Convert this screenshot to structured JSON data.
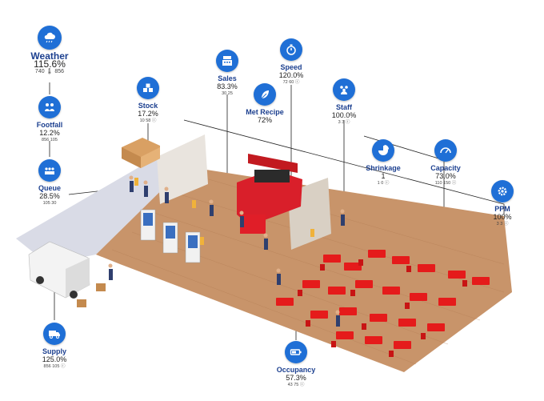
{
  "kpis": {
    "weather": {
      "label": "Weather",
      "value": "115.6%",
      "sub": "740 🌡 856",
      "icon": "cloud-rain-icon"
    },
    "footfall": {
      "label": "Footfall",
      "value": "12.2%",
      "sub": "856 105",
      "icon": "people-icon"
    },
    "queue": {
      "label": "Queue",
      "value": "28.5%",
      "sub": "105 30",
      "icon": "queue-icon"
    },
    "supply": {
      "label": "Supply",
      "value": "125.0%",
      "sub": "856 105 ⓘ",
      "icon": "truck-icon"
    },
    "stock": {
      "label": "Stock",
      "value": "17.2%",
      "sub": "10 58 ⓘ",
      "icon": "boxes-icon"
    },
    "sales": {
      "label": "Sales",
      "value": "83.3%",
      "sub": "30 25",
      "icon": "cash-register-icon"
    },
    "speed": {
      "label": "Speed",
      "value": "120.0%",
      "sub": "72 60 ⓘ",
      "icon": "stopwatch-icon"
    },
    "recipe": {
      "label": "Met Recipe",
      "value": "72%",
      "sub": "",
      "icon": "leaf-icon"
    },
    "staff": {
      "label": "Staff",
      "value": "100.0%",
      "sub": "3 3 ⓘ",
      "icon": "staff-icon"
    },
    "shrinkage": {
      "label": "Shrinkage",
      "value": "1",
      "sub": "1 0 ⓘ",
      "icon": "pie-icon"
    },
    "capacity": {
      "label": "Capacity",
      "value": "73.0%",
      "sub": "110 150 ⓘ",
      "icon": "gauge-icon"
    },
    "ppm": {
      "label": "PPM",
      "value": "100%",
      "sub": "3 3 ⓘ",
      "icon": "gear-icon"
    },
    "occupancy": {
      "label": "Occupancy",
      "value": "57.3%",
      "sub": "43 75 ⓘ",
      "icon": "battery-icon"
    }
  },
  "colors": {
    "badge": "#1f6fd6",
    "label": "#1b3f8f",
    "floor": "#c8946a",
    "furniture": "#e51b1b",
    "counter": "#d91f2a"
  }
}
